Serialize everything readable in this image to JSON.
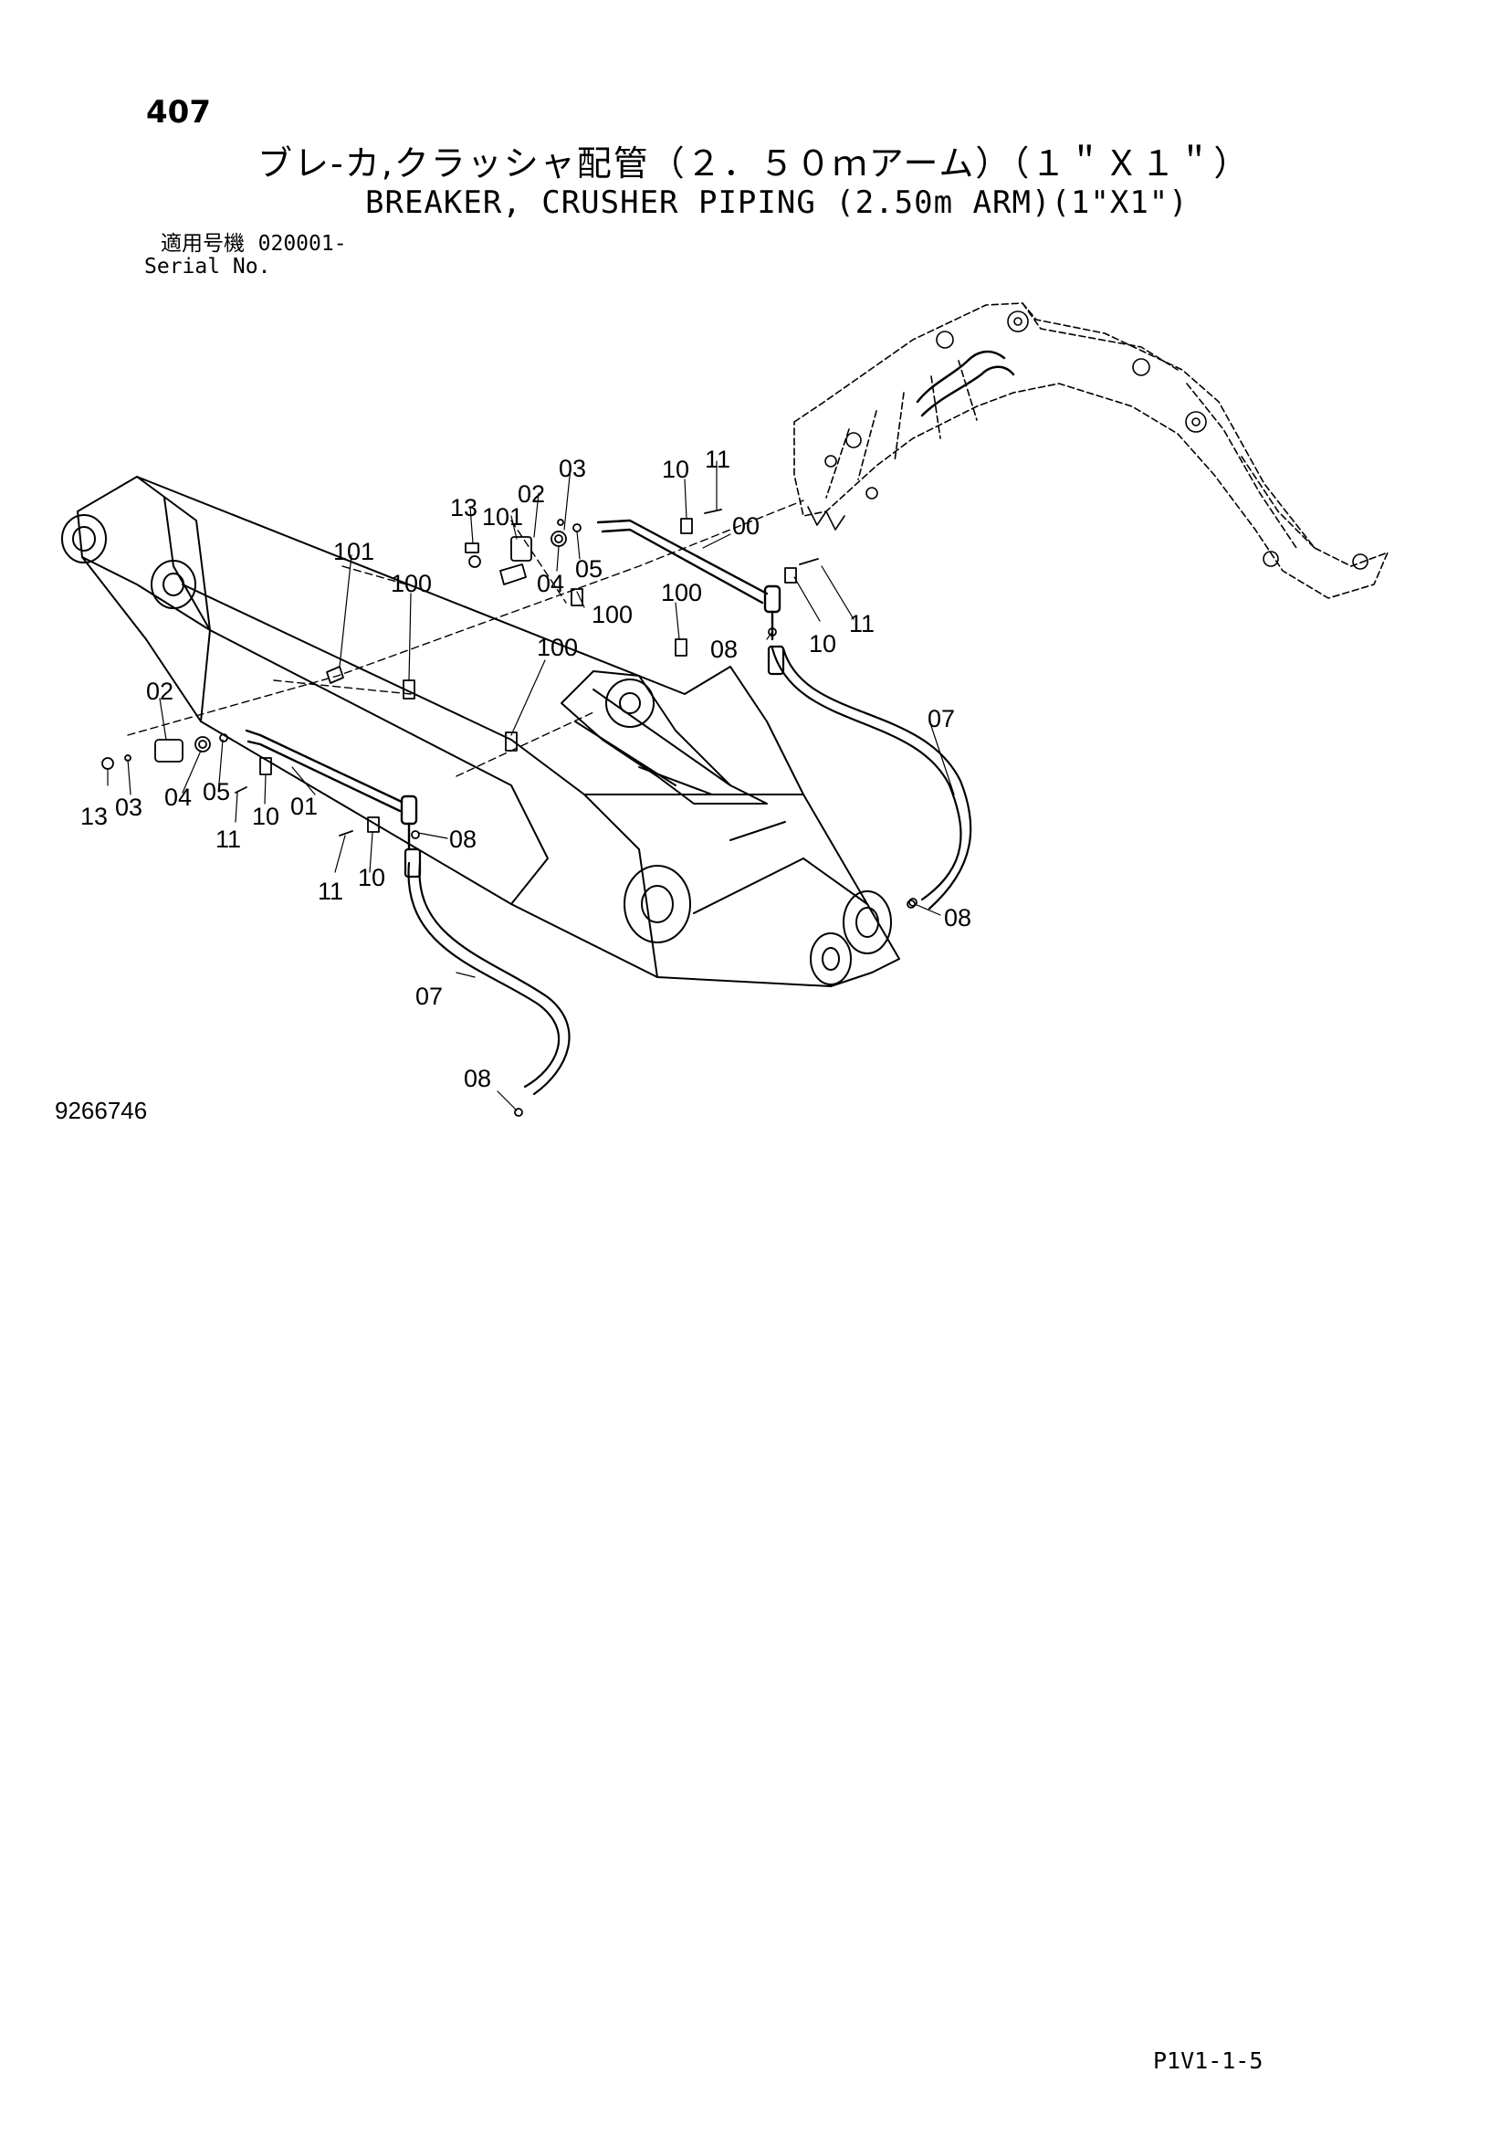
{
  "header": {
    "page_number": "407",
    "title_jp": "ブレ-カ,クラッシャ配管（２．５０ｍアーム）（１＂Ｘ１＂）",
    "title_en": "BREAKER, CRUSHER PIPING (2.50m ARM)(1\"X1\")",
    "serial_label_jp": "適用号機",
    "serial_from": "020001-",
    "serial_label_en": "Serial No."
  },
  "callouts": [
    {
      "id": "c-13-top",
      "label": "13"
    },
    {
      "id": "c-101-top",
      "label": "101"
    },
    {
      "id": "c-02-top",
      "label": "02"
    },
    {
      "id": "c-03-top",
      "label": "03"
    },
    {
      "id": "c-04-top",
      "label": "04"
    },
    {
      "id": "c-05-top",
      "label": "05"
    },
    {
      "id": "c-10-top",
      "label": "10"
    },
    {
      "id": "c-11-top",
      "label": "11"
    },
    {
      "id": "c-00",
      "label": "00"
    },
    {
      "id": "c-101-mid",
      "label": "101"
    },
    {
      "id": "c-100-a",
      "label": "100"
    },
    {
      "id": "c-100-b",
      "label": "100"
    },
    {
      "id": "c-100-c",
      "label": "100"
    },
    {
      "id": "c-100-d",
      "label": "100"
    },
    {
      "id": "c-08-right",
      "label": "08"
    },
    {
      "id": "c-10-right",
      "label": "10"
    },
    {
      "id": "c-11-right",
      "label": "11"
    },
    {
      "id": "c-07-right",
      "label": "07"
    },
    {
      "id": "c-08-rlow",
      "label": "08"
    },
    {
      "id": "c-02-left",
      "label": "02"
    },
    {
      "id": "c-13-left",
      "label": "13"
    },
    {
      "id": "c-03-left",
      "label": "03"
    },
    {
      "id": "c-04-left",
      "label": "04"
    },
    {
      "id": "c-05-left",
      "label": "05"
    },
    {
      "id": "c-11-left",
      "label": "11"
    },
    {
      "id": "c-10-left",
      "label": "10"
    },
    {
      "id": "c-01",
      "label": "01"
    },
    {
      "id": "c-08-mid",
      "label": "08"
    },
    {
      "id": "c-11-low",
      "label": "11"
    },
    {
      "id": "c-10-low",
      "label": "10"
    },
    {
      "id": "c-07-left",
      "label": "07"
    },
    {
      "id": "c-08-bottom",
      "label": "08"
    }
  ],
  "footer": {
    "drawing_number": "9266746",
    "page_code": "P1V1-1-5"
  }
}
